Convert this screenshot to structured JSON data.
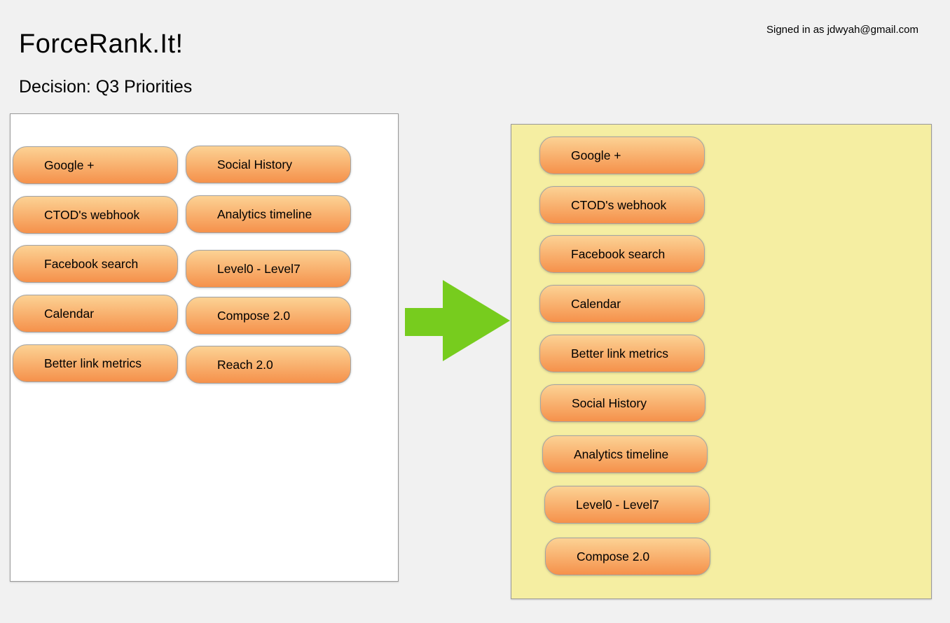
{
  "header": {
    "app_title": "ForceRank.It!",
    "decision_label": "Decision: Q3 Priorities",
    "signed_in": "Signed in as jdwyah@gmail.com"
  },
  "unranked": {
    "column1": [
      "Google +",
      "CTOD's webhook",
      "Facebook search",
      "Calendar",
      "Better link metrics"
    ],
    "column2": [
      "Social History",
      "Analytics timeline",
      "Level0 - Level7",
      "Compose 2.0",
      "Reach 2.0"
    ]
  },
  "ranked": {
    "items": [
      "Google +",
      "CTOD's webhook",
      "Facebook search",
      "Calendar",
      "Better link metrics",
      "Social History",
      "Analytics timeline",
      "Level0 - Level7",
      "Compose 2.0"
    ]
  },
  "colors": {
    "page_bg": "#f1f1f1",
    "ranked_panel_bg": "#f5eea2",
    "card_gradient_top": "#fcd294",
    "card_gradient_bottom": "#f5914b",
    "arrow_green": "#77cc1e"
  }
}
